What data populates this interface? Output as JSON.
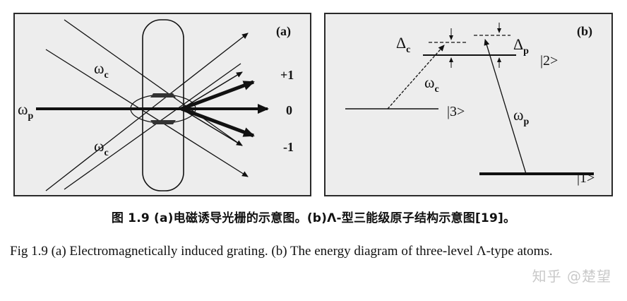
{
  "panel_a": {
    "tag": "(a)",
    "omega_c_top": "ω",
    "omega_c_top_sub": "c",
    "omega_c_bottom": "ω",
    "omega_c_bottom_sub": "c",
    "omega_p": "ω",
    "omega_p_sub": "p",
    "order_plus": "+1",
    "order_zero": "0",
    "order_minus": "-1"
  },
  "panel_b": {
    "tag": "(b)",
    "delta_c": "Δ",
    "delta_c_sub": "c",
    "delta_p": "Δ",
    "delta_p_sub": "p",
    "level_2": "|2>",
    "level_3": "|3>",
    "level_1": "|1>",
    "omega_c": "ω",
    "omega_c_sub": "c",
    "omega_p": "ω",
    "omega_p_sub": "p"
  },
  "caption_cn": "图 1.9 (a)电磁诱导光栅的示意图。(b)Λ-型三能级原子结构示意图[19]。",
  "caption_en": "Fig 1.9 (a) Electromagnetically induced grating. (b) The energy diagram of three-level Λ-type atoms.",
  "watermark": "知乎 @楚望"
}
